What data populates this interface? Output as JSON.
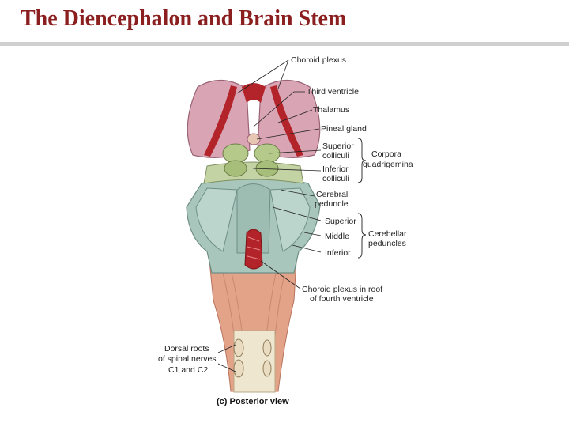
{
  "slide": {
    "title": "The Diencephalon and Brain Stem"
  },
  "figure": {
    "caption": "(c) Posterior view",
    "labels": {
      "choroid_plexus": "Choroid plexus",
      "third_ventricle": "Third ventricle",
      "thalamus": "Thalamus",
      "pineal_gland": "Pineal gland",
      "superior_colliculi_1": "Superior",
      "superior_colliculi_2": "colliculi",
      "inferior_colliculi_1": "Inferior",
      "inferior_colliculi_2": "colliculi",
      "corpora_quadrigemina_1": "Corpora",
      "corpora_quadrigemina_2": "quadrigemina",
      "cerebral_peduncle_1": "Cerebral",
      "cerebral_peduncle_2": "peduncle",
      "peduncle_superior": "Superior",
      "peduncle_middle": "Middle",
      "peduncle_inferior": "Inferior",
      "cerebellar_peduncles_1": "Cerebellar",
      "cerebellar_peduncles_2": "peduncles",
      "choroid_fourth_1": "Choroid plexus in roof",
      "choroid_fourth_2": "of fourth ventricle",
      "dorsal_roots_1": "Dorsal roots",
      "dorsal_roots_2": "of spinal nerves",
      "dorsal_roots_3": "C1 and C2"
    }
  },
  "colors": {
    "title": "#8b1f1f",
    "thalamus": "#d9a4b4",
    "choroid": "#b3242a",
    "colliculi": "#b5c98a",
    "peduncles": "#a9c6bd",
    "brainstem": "#e2a389",
    "spinal_root": "#efe6cf"
  }
}
